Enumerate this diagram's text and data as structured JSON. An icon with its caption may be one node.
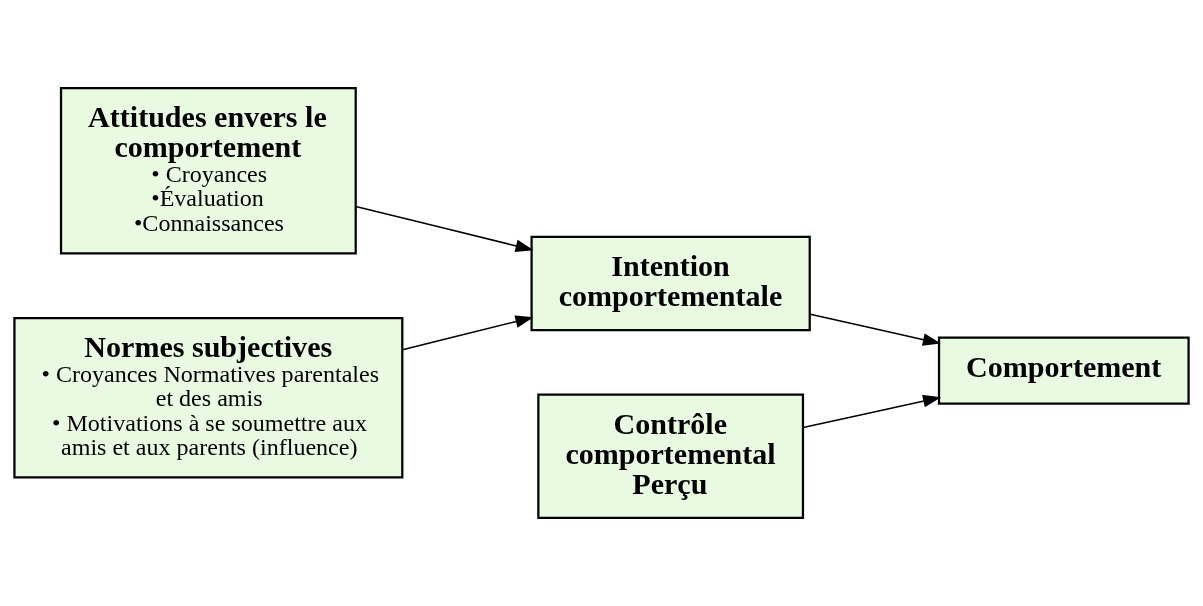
{
  "diagram": {
    "nodes": [
      {
        "text": [
          "Attitudes envers le comportement",
          "• Croyances",
          "•Évaluation",
          "•Connaissances"
        ]
      },
      {
        "text": [
          "Normes subjectives",
          "• Croyances Normatives parentales et des amis",
          "• Motivations à se soumettre aux amis et aux parents (influence)"
        ]
      },
      {
        "text": [
          "Intention comportementale"
        ]
      },
      {
        "text": [
          "Comportement"
        ]
      },
      {
        "text": [
          "Contrôle comportemental Perçu"
        ]
      }
    ],
    "edges": [
      {
        "from": 0,
        "to": 2,
        "arrow": "to"
      },
      {
        "from": 1,
        "to": 2,
        "arrow": "to"
      },
      {
        "from": 2,
        "to": 3,
        "arrow": "to"
      },
      {
        "from": 4,
        "to": 3,
        "arrow": "to"
      }
    ]
  }
}
